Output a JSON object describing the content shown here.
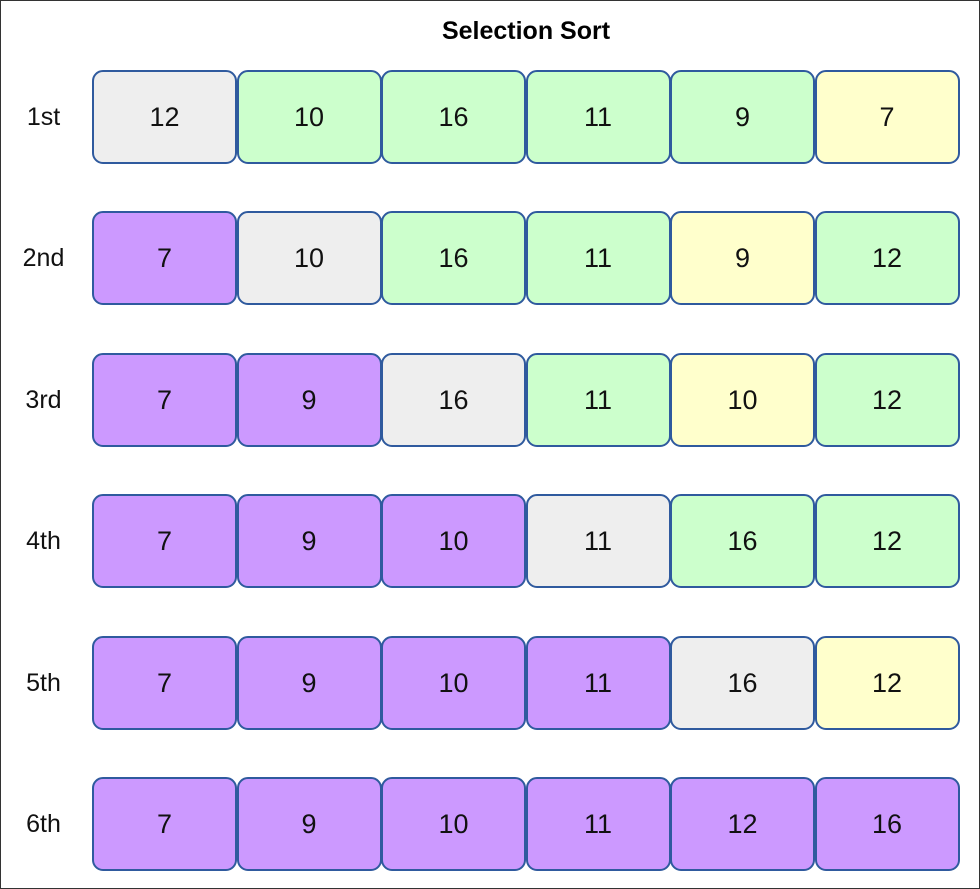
{
  "title": "Selection Sort",
  "colors": {
    "sorted": "#cc99ff",
    "current": "#eeeeee",
    "unsorted": "#ccffcc",
    "minimum": "#ffffcc",
    "border": "#2f5a9e"
  },
  "passes": [
    {
      "label": "1st",
      "cells": [
        {
          "value": "12",
          "state": "current"
        },
        {
          "value": "10",
          "state": "unsorted"
        },
        {
          "value": "16",
          "state": "unsorted"
        },
        {
          "value": "11",
          "state": "unsorted"
        },
        {
          "value": "9",
          "state": "unsorted"
        },
        {
          "value": "7",
          "state": "minimum"
        }
      ]
    },
    {
      "label": "2nd",
      "cells": [
        {
          "value": "7",
          "state": "sorted"
        },
        {
          "value": "10",
          "state": "current"
        },
        {
          "value": "16",
          "state": "unsorted"
        },
        {
          "value": "11",
          "state": "unsorted"
        },
        {
          "value": "9",
          "state": "minimum"
        },
        {
          "value": "12",
          "state": "unsorted"
        }
      ]
    },
    {
      "label": "3rd",
      "cells": [
        {
          "value": "7",
          "state": "sorted"
        },
        {
          "value": "9",
          "state": "sorted"
        },
        {
          "value": "16",
          "state": "current"
        },
        {
          "value": "11",
          "state": "unsorted"
        },
        {
          "value": "10",
          "state": "minimum"
        },
        {
          "value": "12",
          "state": "unsorted"
        }
      ]
    },
    {
      "label": "4th",
      "cells": [
        {
          "value": "7",
          "state": "sorted"
        },
        {
          "value": "9",
          "state": "sorted"
        },
        {
          "value": "10",
          "state": "sorted"
        },
        {
          "value": "11",
          "state": "current"
        },
        {
          "value": "16",
          "state": "unsorted"
        },
        {
          "value": "12",
          "state": "unsorted"
        }
      ]
    },
    {
      "label": "5th",
      "cells": [
        {
          "value": "7",
          "state": "sorted"
        },
        {
          "value": "9",
          "state": "sorted"
        },
        {
          "value": "10",
          "state": "sorted"
        },
        {
          "value": "11",
          "state": "sorted"
        },
        {
          "value": "16",
          "state": "current"
        },
        {
          "value": "12",
          "state": "minimum"
        }
      ]
    },
    {
      "label": "6th",
      "cells": [
        {
          "value": "7",
          "state": "sorted"
        },
        {
          "value": "9",
          "state": "sorted"
        },
        {
          "value": "10",
          "state": "sorted"
        },
        {
          "value": "11",
          "state": "sorted"
        },
        {
          "value": "12",
          "state": "sorted"
        },
        {
          "value": "16",
          "state": "sorted"
        }
      ]
    }
  ]
}
